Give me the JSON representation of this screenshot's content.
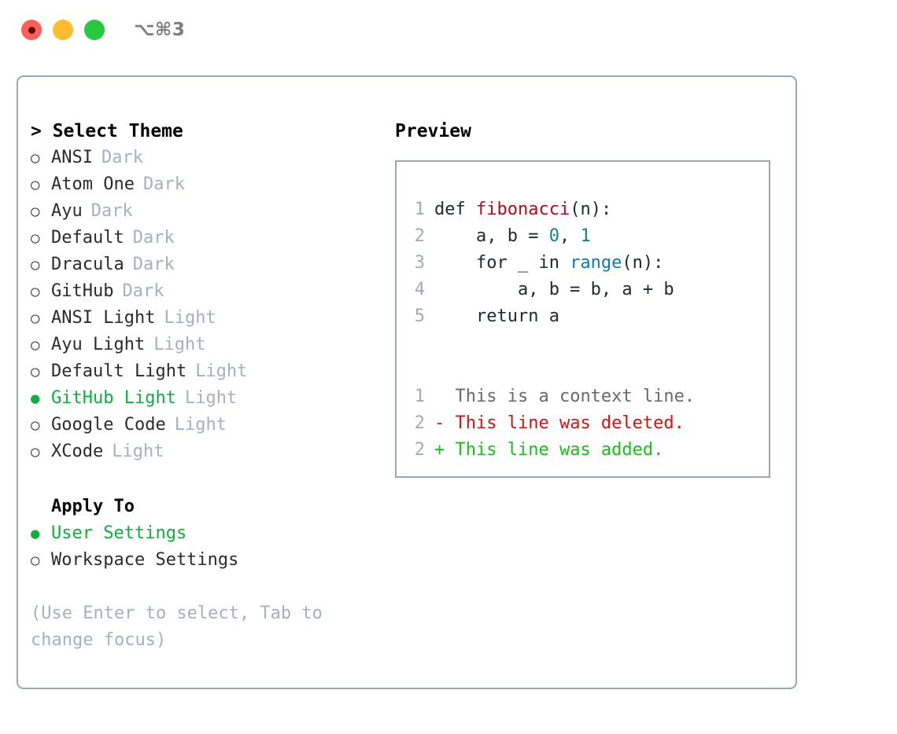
{
  "titlebar": {
    "shortcut_label": "⌥⌘3",
    "buttons": [
      {
        "name": "close",
        "color": "#ff5f57"
      },
      {
        "name": "minimize",
        "color": "#febc2e"
      },
      {
        "name": "maximize",
        "color": "#28c840"
      }
    ]
  },
  "left": {
    "header": "> Select Theme",
    "themes": [
      {
        "bullet": "○",
        "label": "ANSI",
        "tag": "Dark",
        "selected": false
      },
      {
        "bullet": "○",
        "label": "Atom One",
        "tag": "Dark",
        "selected": false
      },
      {
        "bullet": "○",
        "label": "Ayu",
        "tag": "Dark",
        "selected": false
      },
      {
        "bullet": "○",
        "label": "Default",
        "tag": "Dark",
        "selected": false
      },
      {
        "bullet": "○",
        "label": "Dracula",
        "tag": "Dark",
        "selected": false
      },
      {
        "bullet": "○",
        "label": "GitHub",
        "tag": "Dark",
        "selected": false
      },
      {
        "bullet": "○",
        "label": "ANSI Light",
        "tag": "Light",
        "selected": false
      },
      {
        "bullet": "○",
        "label": "Ayu Light",
        "tag": "Light",
        "selected": false
      },
      {
        "bullet": "○",
        "label": "Default Light",
        "tag": "Light",
        "selected": false
      },
      {
        "bullet": "●",
        "label": "GitHub Light",
        "tag": "Light",
        "selected": true
      },
      {
        "bullet": "○",
        "label": "Google Code",
        "tag": "Light",
        "selected": false
      },
      {
        "bullet": "○",
        "label": "XCode",
        "tag": "Light",
        "selected": false
      }
    ],
    "apply_to_title": "Apply To",
    "apply_to": [
      {
        "bullet": "●",
        "label": "User Settings",
        "selected": true
      },
      {
        "bullet": "○",
        "label": "Workspace Settings",
        "selected": false
      }
    ],
    "hint": "(Use Enter to select, Tab to change focus)"
  },
  "right": {
    "header": "Preview",
    "code_lines": [
      {
        "no": "1",
        "tokens": [
          {
            "t": "def ",
            "c": "plain"
          },
          {
            "t": "fibonacci",
            "c": "fn"
          },
          {
            "t": "(n):",
            "c": "plain"
          }
        ]
      },
      {
        "no": "2",
        "tokens": [
          {
            "t": "    a, b = ",
            "c": "plain"
          },
          {
            "t": "0",
            "c": "num"
          },
          {
            "t": ", ",
            "c": "plain"
          },
          {
            "t": "1",
            "c": "num"
          }
        ]
      },
      {
        "no": "3",
        "tokens": [
          {
            "t": "    for _ in ",
            "c": "plain"
          },
          {
            "t": "range",
            "c": "call"
          },
          {
            "t": "(n):",
            "c": "plain"
          }
        ]
      },
      {
        "no": "4",
        "tokens": [
          {
            "t": "        a, b = b, a + b",
            "c": "plain"
          }
        ]
      },
      {
        "no": "5",
        "tokens": [
          {
            "t": "    return a",
            "c": "plain"
          }
        ]
      }
    ],
    "diff_lines": [
      {
        "no": "1",
        "marker": "  ",
        "text": "This is a context line.",
        "kind": "ctx"
      },
      {
        "no": "2",
        "marker": "- ",
        "text": "This line was deleted.",
        "kind": "del"
      },
      {
        "no": "2",
        "marker": "+ ",
        "text": "This line was added.",
        "kind": "add"
      }
    ]
  },
  "colors": {
    "accent_green": "#0fae3e",
    "border": "#9aa5b8",
    "muted": "#a7b0c0",
    "fn_red": "#b20d1f",
    "num_teal": "#0a8b7e",
    "call_blue": "#1178b5",
    "diff_delete": "#d01414",
    "diff_add": "#17c017"
  }
}
